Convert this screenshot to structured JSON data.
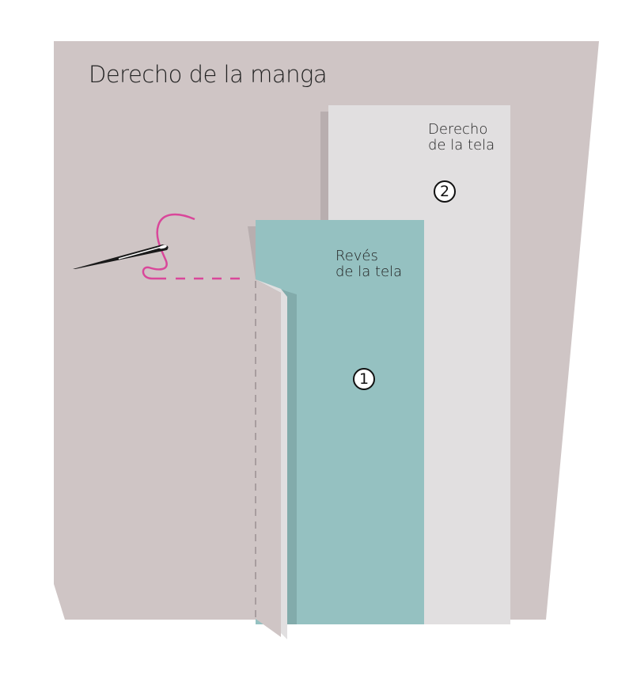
{
  "diagram": {
    "title": "Derecho de la manga",
    "pieces": [
      {
        "id": 1,
        "number": "1",
        "label_line1": "Revés",
        "label_line2": "de la tela",
        "color": "#95c1c1"
      },
      {
        "id": 2,
        "number": "2",
        "label_line1": "Derecho",
        "label_line2": "de la tela",
        "color": "#e1dfe0"
      }
    ],
    "colors": {
      "sleeve": "#cfc5c5",
      "thread": "#d9479a",
      "needle": "#1a1a1a",
      "shadow": "#b8aeaf",
      "teal_shadow": "#82abab"
    }
  }
}
